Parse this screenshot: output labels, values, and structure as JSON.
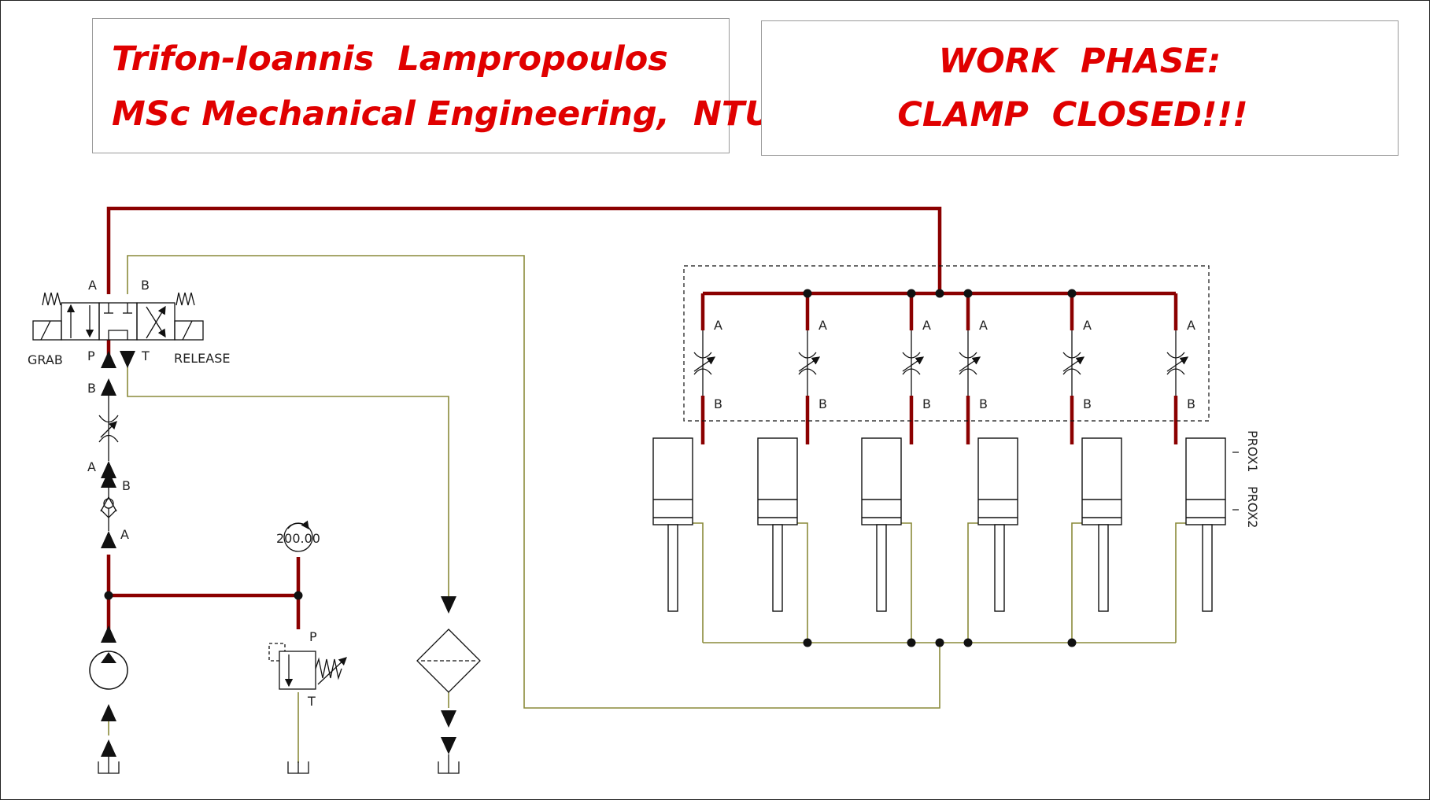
{
  "header": {
    "author_name": "Trifon-Ioannis  Lampropoulos",
    "author_degree": "MSc Mechanical Engineering,  NTUA",
    "phase_line1": "WORK  PHASE:",
    "phase_line2": "CLAMP  CLOSED!!!"
  },
  "valve": {
    "port_a": "A",
    "port_b": "B",
    "port_p": "P",
    "port_t": "T",
    "left_label": "GRAB",
    "right_label": "RELEASE"
  },
  "supply_line": {
    "throttle_port_b": "B",
    "throttle_port_a": "A",
    "check_port_b": "B",
    "check_port_a": "A"
  },
  "gauge": {
    "value": "200.00"
  },
  "relief_valve": {
    "port_p": "P",
    "port_t": "T"
  },
  "throttles": {
    "port_a": "A",
    "port_b": "B"
  },
  "sensors": {
    "prox1": "PROX1",
    "prox2": "PROX2"
  },
  "colors": {
    "pressure_line": "#8b0000",
    "return_line": "#8a8a3a",
    "title_text": "#e00000",
    "symbol": "#111111"
  }
}
